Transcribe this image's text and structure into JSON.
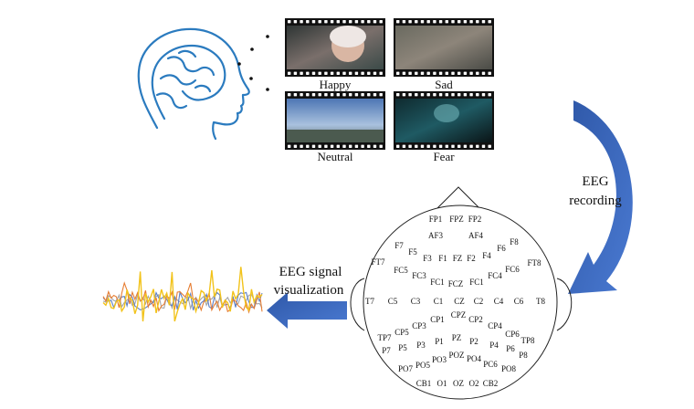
{
  "stimuli": [
    {
      "label": "Happy"
    },
    {
      "label": "Sad"
    },
    {
      "label": "Neutral"
    },
    {
      "label": "Fear"
    }
  ],
  "steps": {
    "recording_line1": "EEG",
    "recording_line2": "recording",
    "visualization_line1": "EEG signal",
    "visualization_line2": "visualization"
  },
  "channels": [
    "FP1",
    "FPZ",
    "FP2",
    "AF3",
    "AF4",
    "F7",
    "F5",
    "F3",
    "F1",
    "FZ",
    "F2",
    "F4",
    "F6",
    "F8",
    "FT7",
    "FC5",
    "FC3",
    "FC1",
    "FCZ",
    "FC1",
    "FC4",
    "FC6",
    "FT8",
    "T7",
    "C5",
    "C3",
    "C1",
    "CZ",
    "C2",
    "C4",
    "C6",
    "T8",
    "CP1",
    "CPZ",
    "CP2",
    "CP3",
    "CP4",
    "CP5",
    "CP6",
    "TP7",
    "TP8",
    "P7",
    "P5",
    "P3",
    "P1",
    "PZ",
    "P2",
    "P4",
    "P6",
    "P8",
    "PO3",
    "POZ",
    "PO4",
    "PO5",
    "PC6",
    "PO7",
    "PO8",
    "CB1",
    "O1",
    "OZ",
    "O2",
    "CB2"
  ],
  "colors": {
    "head_outline": "#2b7bbf",
    "arrow_blue": "#3a63b8",
    "film_black": "#111111",
    "signal_yellow": "#f2c31b",
    "signal_blue": "#5b7fc7",
    "signal_orange": "#e67d33",
    "signal_gray": "#a6a6a6"
  }
}
